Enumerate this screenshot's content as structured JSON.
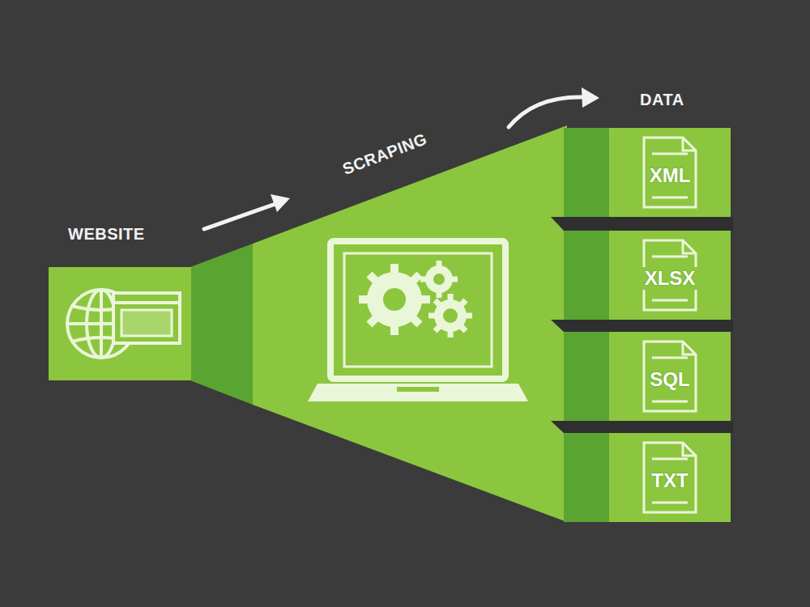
{
  "diagram": {
    "nodes": [
      {
        "text": [
          "XML"
        ]
      },
      {
        "text": [
          "XLSX"
        ]
      },
      {
        "text": [
          "SQL"
        ]
      },
      {
        "text": [
          "TXT"
        ]
      }
    ],
    "labels": [
      "WEBSITE",
      "SCRAPING",
      "DATA"
    ]
  }
}
